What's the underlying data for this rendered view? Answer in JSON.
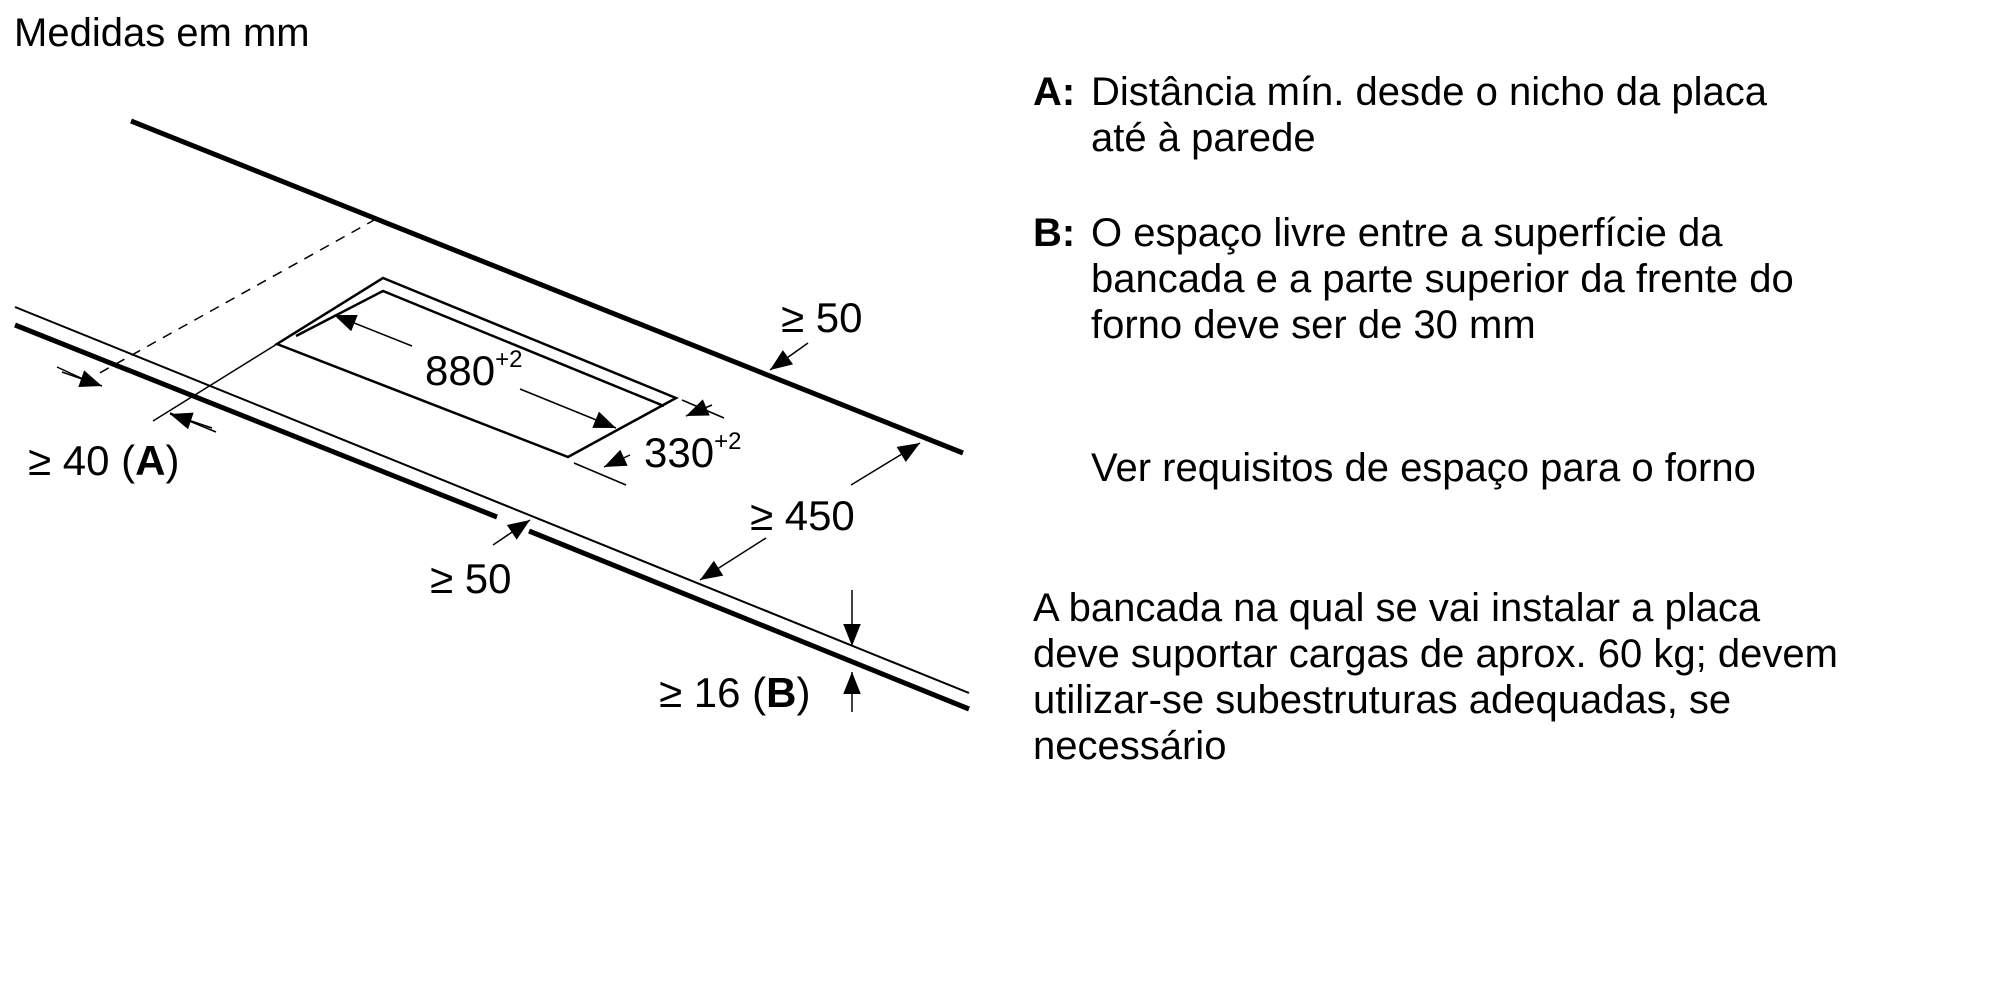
{
  "title": "Medidas em mm",
  "notes": [
    {
      "key": "A:",
      "lines": [
        "Distância mín. desde o nicho da placa",
        "até à parede"
      ]
    },
    {
      "key": "B:",
      "lines": [
        "O espaço livre entre a superfície da",
        "bancada e a parte superior da frente do",
        "forno deve ser de 30 mm"
      ]
    }
  ],
  "oven_note": "Ver requisitos de espaço para o forno",
  "load_note": [
    "A bancada na qual se vai instalar a placa",
    "deve suportar cargas de aprox. 60 kg; devem",
    "utilizar-se subestruturas adequadas, se",
    "necessário"
  ],
  "diagram": {
    "dim_wall": "≥ 50",
    "dim_length": "880",
    "dim_length_tol": "+2",
    "dim_width": "330",
    "dim_width_tol": "+2",
    "dim_a_prefix": "≥ 40 (",
    "dim_a_letter": "A",
    "dim_a_suffix": ")",
    "dim_depth": "≥ 450",
    "dim_front": "≥ 50",
    "dim_b_prefix": "≥ 16 (",
    "dim_b_letter": "B",
    "dim_b_suffix": ")"
  }
}
